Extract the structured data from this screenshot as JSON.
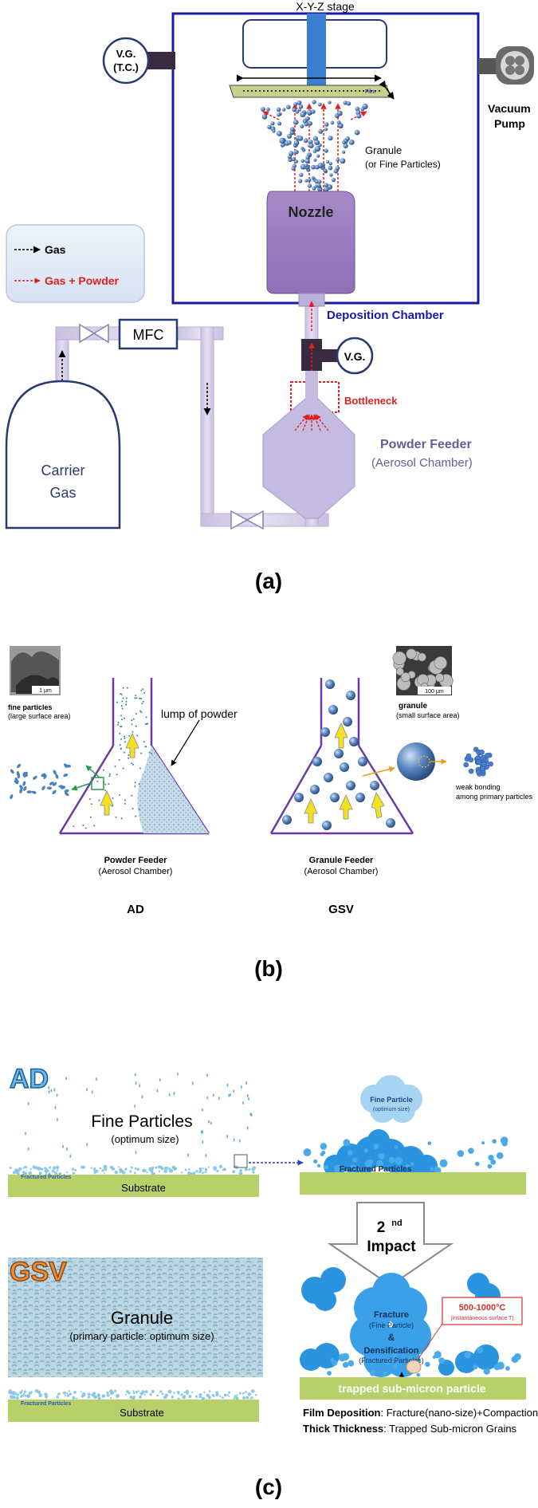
{
  "panel_a": {
    "stage_label": "X-Y-Z stage",
    "vg_tc_line1": "V.G.",
    "vg_tc_line2": "(T.C.)",
    "vacuum_line1": "Vacuum",
    "vacuum_line2": "Pump",
    "granule_line1": "Granule",
    "granule_line2": "(or Fine Particles)",
    "nozzle": "Nozzle",
    "legend_gas": "Gas",
    "legend_gas_powder": "Gas + Powder",
    "chamber": "Deposition Chamber",
    "mfc": "MFC",
    "vg": "V.G.",
    "bottleneck": "Bottleneck",
    "feeder_line1": "Powder Feeder",
    "feeder_line2": "(Aerosol Chamber)",
    "carrier_line1": "Carrier",
    "carrier_line2": "Gas",
    "scale_text": "Film",
    "label": "(a)"
  },
  "panel_b": {
    "fine_line1": "fine particles",
    "fine_line2": "(large surface area)",
    "scale_1": "1 μm",
    "lump": "lump of powder",
    "granule_line1": "granule",
    "granule_line2": "(small surface area)",
    "scale_2": "100 μm",
    "weak_line1": "weak bonding",
    "weak_line2": "among primary particles",
    "pf_line1": "Powder Feeder",
    "pf_line2": "(Aerosol Chamber)",
    "gf_line1": "Granule Feeder",
    "gf_line2": "(Aerosol Chamber)",
    "ad": "AD",
    "gsv": "GSV",
    "label": "(b)"
  },
  "panel_c": {
    "ad_logo": "AD",
    "fine_particles": "Fine Particles",
    "optimum": "(optimum size)",
    "fractured_1": "Fractured Particles",
    "substrate_1": "Substrate",
    "cloud_line1": "Fine Particle",
    "cloud_line2": "(optimum size)",
    "fractured_2": "Fractured Particles",
    "impact_1": "2",
    "impact_sup": "nd",
    "impact_2": "Impact",
    "gsv_logo": "GSV",
    "granule": "Granule",
    "primary": "(primary particle: optimum size)",
    "fractured_3": "Fractured Particles",
    "substrate_2": "Substrate",
    "fracture": "Fracture",
    "fine_particle_paren": "(Fine Particle)",
    "amp": "&",
    "densification": "Densification",
    "fractured_paren": "(Fractured Particles)",
    "temp": "500-1000°C",
    "temp_sub": "(instantaneous surface T)",
    "trapped": "trapped sub-micron particle",
    "film_dep_bold": "Film Deposition",
    "film_dep_rest": ": Fracture(nano-size)+Compaction",
    "thick_bold": "Thick Thickness",
    "thick_rest": ": Trapped Sub-micron Grains",
    "label": "(c)"
  }
}
